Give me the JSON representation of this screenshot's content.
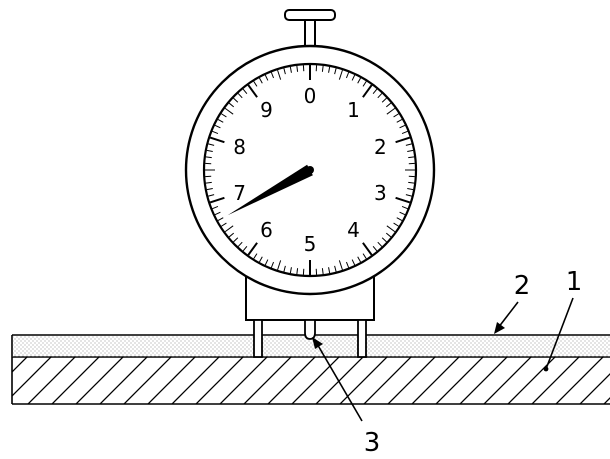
{
  "gauge": {
    "dial_numbers": [
      "0",
      "1",
      "2",
      "3",
      "4",
      "5",
      "6",
      "7",
      "8",
      "9"
    ],
    "major_divisions": 10,
    "minor_divisions": 100,
    "pointer_reading": 6.7
  },
  "callouts": {
    "substrate": "1",
    "coating": "2",
    "probe": "3"
  },
  "colors": {
    "line": "#000000",
    "background": "#ffffff",
    "coating_dots": "#7a7a7a"
  }
}
